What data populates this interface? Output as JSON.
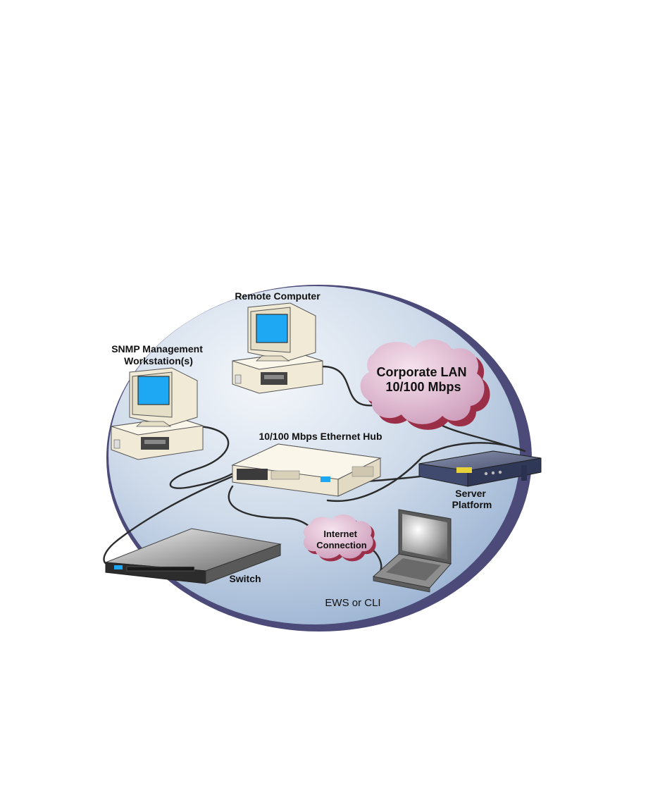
{
  "labels": {
    "remote_computer": "Remote Computer",
    "snmp_line1": "SNMP Management",
    "snmp_line2": "Workstation(s)",
    "lan_line1": "Corporate LAN",
    "lan_line2": "10/100 Mbps",
    "hub": "10/100 Mbps Ethernet Hub",
    "server_line1": "Server",
    "server_line2": "Platform",
    "internet_line1": "Internet",
    "internet_line2": "Connection",
    "switch": "Switch",
    "ews": "EWS or CLI"
  },
  "colors": {
    "ellipse_light": "#eef3fa",
    "ellipse_dark": "#9fb6d4",
    "ellipse_rim": "#4b4a78",
    "cloud_fill": "#e8c6d9",
    "cloud_shadow": "#9b2f47",
    "screen": "#1ea7f2",
    "device_beige": "#f1ead6",
    "server_body": "#3f4a6e"
  }
}
